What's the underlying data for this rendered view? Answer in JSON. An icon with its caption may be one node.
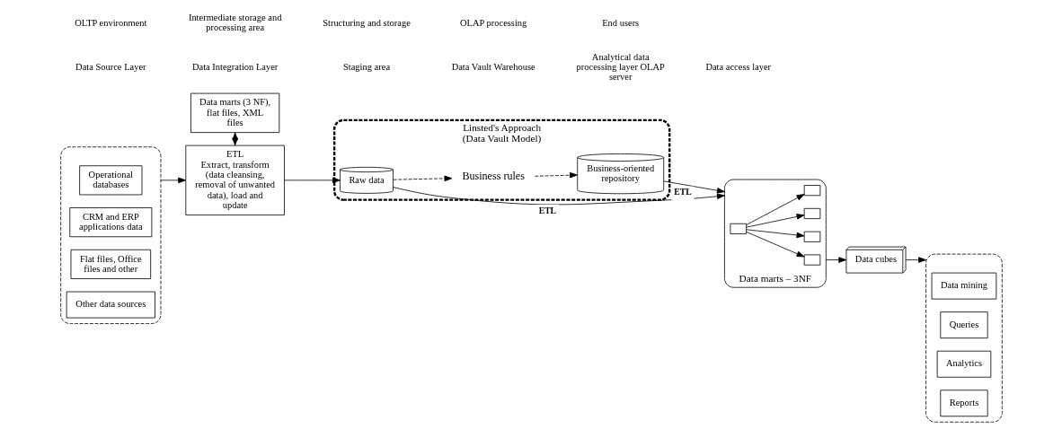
{
  "diagram": {
    "nodes": [
      {
        "text": [],
        "shape": "ellipse"
      },
      {
        "text": [
          "Operational databases"
        ],
        "in": 0
      },
      {
        "text": [
          "CRM and ERP applications data"
        ],
        "in": 0
      },
      {
        "text": [
          "Flat files, Office files and other"
        ],
        "in": 0
      },
      {
        "text": [
          "Other data sources"
        ],
        "in": 0
      },
      {
        "text": [
          "Data marts (3 NF), flat files, XML files"
        ]
      },
      {
        "text": [
          "ETL",
          "Extract, transform (data cleansing, removal of unwanted data), load and update"
        ]
      },
      {
        "text": [
          "Linsted's Approach (Data Vault Model)"
        ]
      },
      {
        "text": [
          "Raw data"
        ],
        "in": 7
      },
      {
        "text": [
          "Business rules"
        ],
        "in": 7
      },
      {
        "text": [
          "Business-oriented repository"
        ],
        "in": 7
      },
      {
        "text": [
          "Data cubes"
        ]
      },
      {
        "text": [
          "Data marts – 3NF"
        ]
      },
      {
        "text": [],
        "shape": "box",
        "in": 12
      },
      {
        "text": [],
        "shape": "box",
        "in": 12
      },
      {
        "text": [],
        "shape": "box",
        "in": 12
      },
      {
        "text": [],
        "shape": "box",
        "in": 12
      },
      {
        "text": [],
        "shape": "box",
        "in": 12
      },
      {
        "text": [],
        "shape": "ellipse"
      },
      {
        "text": [
          "Data mining"
        ],
        "in": 18
      },
      {
        "text": [
          "Queries"
        ],
        "in": 18
      },
      {
        "text": [
          "Analytics"
        ],
        "in": 18
      },
      {
        "text": [
          "Reports"
        ],
        "in": 18
      }
    ],
    "edges": [
      {
        "from": 0,
        "to": 6,
        "arrow": "to"
      },
      {
        "from": 5,
        "to": 6,
        "arrow": "both"
      },
      {
        "from": 6,
        "to": 8,
        "arrow": "to"
      },
      {
        "from": 8,
        "to": 9,
        "arrow": "to",
        "style": "dashed"
      },
      {
        "from": 9,
        "to": 10,
        "arrow": "to",
        "style": "dashed"
      },
      {
        "from": 8,
        "to": 12,
        "arrow": "to",
        "label": "ETL"
      },
      {
        "from": 10,
        "to": 12,
        "arrow": "to",
        "label": "ETL"
      },
      {
        "from": 14,
        "to": 13,
        "arrow": "to"
      },
      {
        "from": 14,
        "to": 15,
        "arrow": "to"
      },
      {
        "from": 14,
        "to": 16,
        "arrow": "to"
      },
      {
        "from": 14,
        "to": 17,
        "arrow": "to"
      },
      {
        "from": 12,
        "to": 11,
        "arrow": "to"
      },
      {
        "from": 11,
        "to": 18,
        "arrow": "to"
      }
    ],
    "labels": [
      "Data Source Layer",
      "Data Integration Layer",
      "Staging area",
      "Data Vault Warehouse",
      "Analytical data processing layer OLAP server",
      "Data access layer",
      "OLTP environment",
      "Intermediate storage and processing area",
      "Structuring and storage",
      "OLAP processing",
      "End users"
    ]
  }
}
